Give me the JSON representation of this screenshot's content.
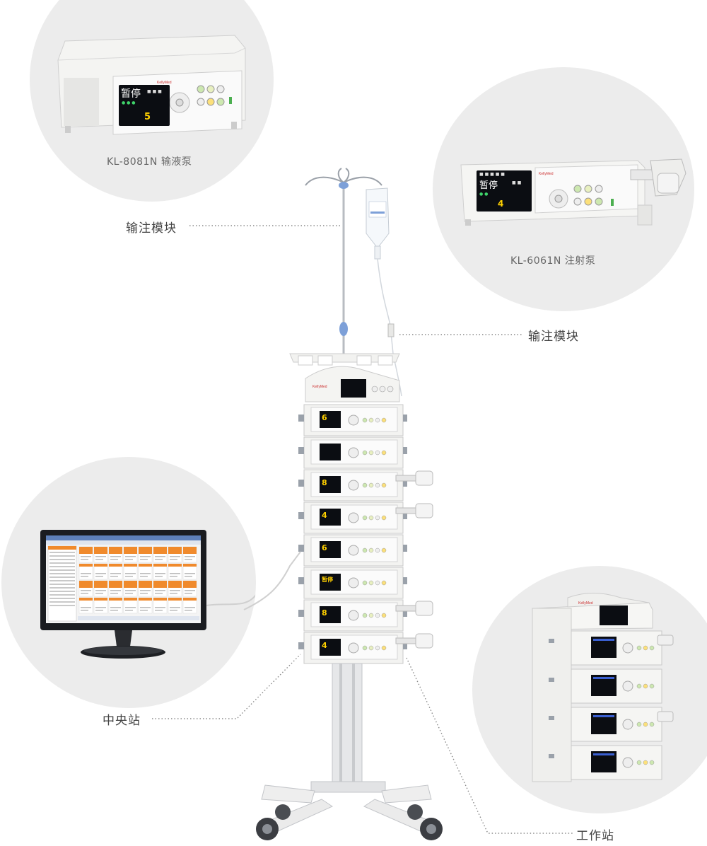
{
  "callouts": {
    "infusion_pump_caption": "KL-8081N 输液泵",
    "syringe_pump_caption": "KL-6061N 注射泵"
  },
  "labels": {
    "infusion_module_left": "输注模块",
    "infusion_module_right": "输注模块",
    "central_station": "中央站",
    "workstation": "工作站"
  },
  "device_screens": {
    "infusion_pump": {
      "status": "暂停",
      "number": "5"
    },
    "syringe_pump": {
      "status": "暂停",
      "number": "4"
    },
    "stack_numbers": [
      "6",
      "",
      "8",
      "4",
      "6",
      "暂停",
      "8",
      "4"
    ]
  },
  "colors": {
    "background": "#ffffff",
    "circle_bg": "#ececec",
    "device_body": "#f2f2f0",
    "screen": "#0b0d12",
    "accent_blue": "#7da0d8",
    "monitor_orange": "#f08a2c"
  }
}
